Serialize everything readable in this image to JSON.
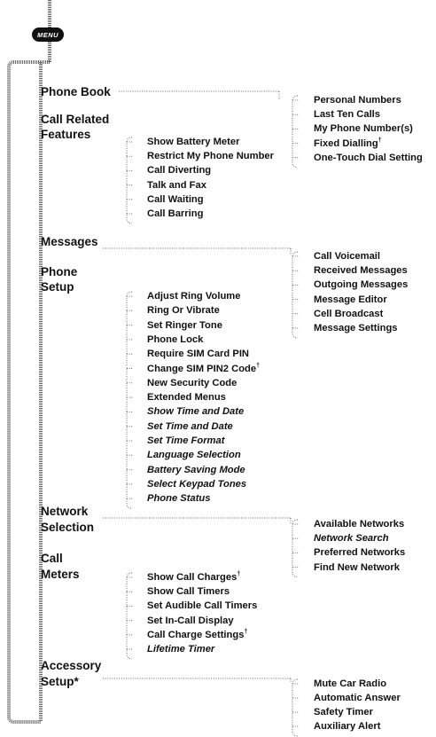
{
  "menu_label": "MENU",
  "sections": [
    {
      "key": "phone_book",
      "label_lines": [
        "Phone Book"
      ],
      "items": [
        {
          "text": "Personal Numbers"
        },
        {
          "text": "Last Ten Calls"
        },
        {
          "text": "My Phone Number(s)"
        },
        {
          "text": "Fixed Dialling",
          "mark": "†"
        },
        {
          "text": "One-Touch Dial Setting"
        }
      ]
    },
    {
      "key": "call_related",
      "label_lines": [
        "Call Related",
        "Features"
      ],
      "items": [
        {
          "text": "Show Battery Meter"
        },
        {
          "text": "Restrict My Phone Number"
        },
        {
          "text": "Call Diverting"
        },
        {
          "text": "Talk and Fax"
        },
        {
          "text": "Call Waiting"
        },
        {
          "text": "Call Barring"
        }
      ]
    },
    {
      "key": "messages",
      "label_lines": [
        "Messages"
      ],
      "items": [
        {
          "text": "Call Voicemail"
        },
        {
          "text": "Received Messages"
        },
        {
          "text": "Outgoing Messages"
        },
        {
          "text": "Message Editor"
        },
        {
          "text": "Cell Broadcast"
        },
        {
          "text": "Message Settings"
        }
      ]
    },
    {
      "key": "phone_setup",
      "label_lines": [
        "Phone",
        "Setup"
      ],
      "items": [
        {
          "text": "Adjust Ring Volume"
        },
        {
          "text": "Ring Or Vibrate"
        },
        {
          "text": "Set Ringer Tone"
        },
        {
          "text": "Phone Lock"
        },
        {
          "text": "Require SIM Card PIN"
        },
        {
          "text": "Change SIM PIN2 Code",
          "mark": "†"
        },
        {
          "text": "New Security Code"
        },
        {
          "text": "Extended Menus"
        },
        {
          "text": "Show Time and Date",
          "italic": true
        },
        {
          "text": "Set Time and Date",
          "italic": true
        },
        {
          "text": "Set Time Format",
          "italic": true
        },
        {
          "text": "Language Selection",
          "italic": true
        },
        {
          "text": "Battery Saving Mode",
          "italic": true
        },
        {
          "text": "Select Keypad Tones",
          "italic": true
        },
        {
          "text": "Phone Status",
          "italic": true
        }
      ]
    },
    {
      "key": "network_selection",
      "label_lines": [
        "Network",
        "Selection"
      ],
      "items": [
        {
          "text": "Available Networks"
        },
        {
          "text": "Network Search",
          "italic": true
        },
        {
          "text": "Preferred Networks"
        },
        {
          "text": "Find New Network"
        }
      ]
    },
    {
      "key": "call_meters",
      "label_lines": [
        "Call",
        "Meters"
      ],
      "items": [
        {
          "text": "Show Call Charges",
          "mark": "†"
        },
        {
          "text": "Show Call Timers"
        },
        {
          "text": "Set Audible Call Timers"
        },
        {
          "text": "Set In-Call Display"
        },
        {
          "text": "Call Charge Settings",
          "mark": "†"
        },
        {
          "text": "Lifetime Timer",
          "italic": true
        }
      ]
    },
    {
      "key": "accessory_setup",
      "label_lines": [
        "Accessory",
        "Setup*"
      ],
      "items": [
        {
          "text": "Mute Car Radio"
        },
        {
          "text": "Automatic Answer"
        },
        {
          "text": "Safety Timer"
        },
        {
          "text": "Auxiliary Alert"
        }
      ]
    }
  ]
}
